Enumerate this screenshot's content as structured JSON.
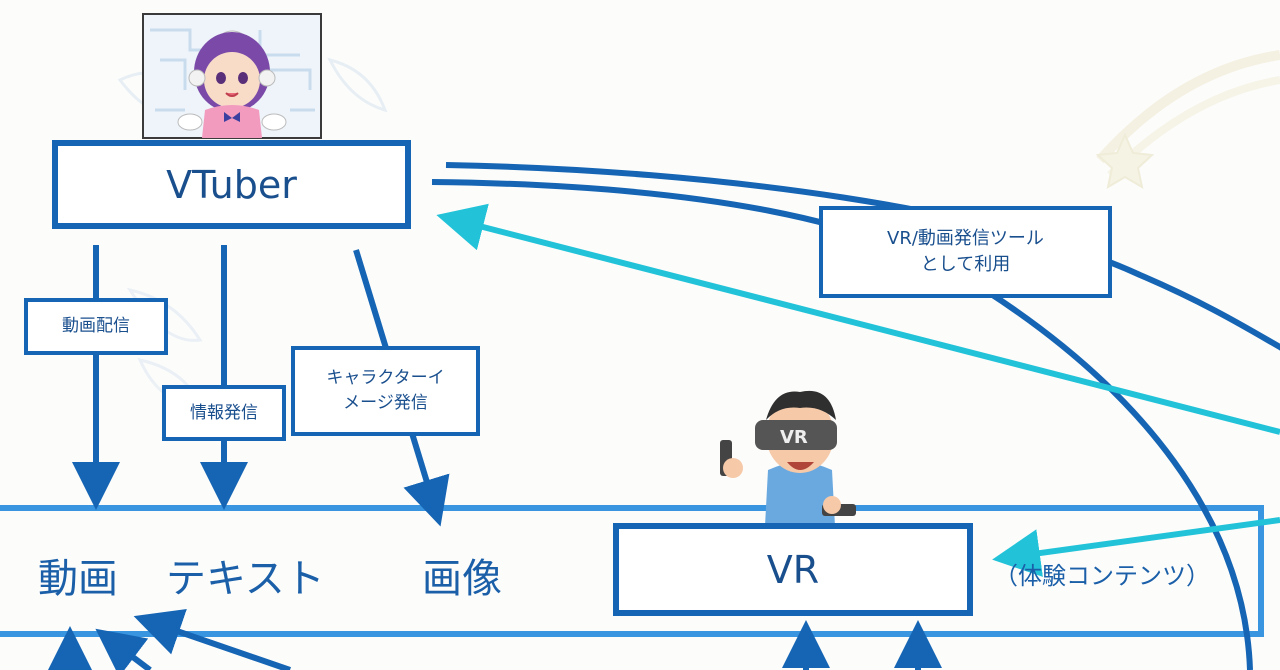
{
  "colors": {
    "primary": "#1565b4",
    "light_band": "#3a95e0",
    "cyan": "#22c3d8",
    "text": "#1a4f8e",
    "label": "#1a5fa8"
  },
  "nodes": {
    "vtuber": "VTuber",
    "vr": "VR"
  },
  "edge_labels": {
    "video_stream": "動画配信",
    "info_post": "情報発信",
    "character_image_post_1": "キャラクターイ",
    "character_image_post_2": "メージ発信",
    "vr_tool_1": "VR/動画発信ツール",
    "vr_tool_2": "として利用"
  },
  "media": {
    "video": "動画",
    "text": "テキスト",
    "image": "画像",
    "vr_note": "（体験コンテンツ）"
  },
  "illustrations": {
    "vtuber_character": "vtuber-girl-illustration",
    "vr_user": "vr-headset-boy-illustration"
  }
}
